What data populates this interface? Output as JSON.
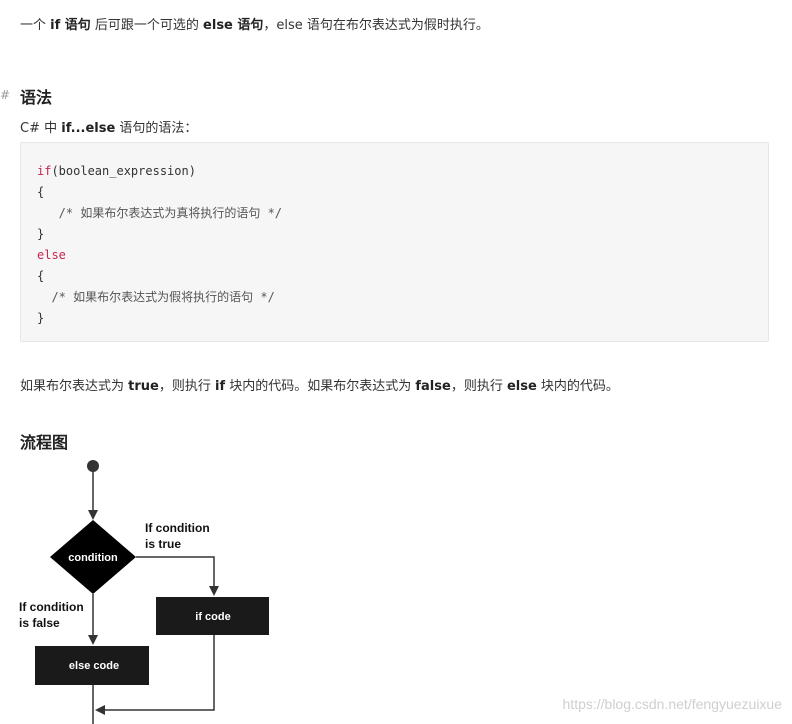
{
  "intro": {
    "p1": "一个 ",
    "if_stmt": "if 语句",
    "p2": " 后可跟一个可选的 ",
    "else_stmt": "else 语句",
    "p3": "，else 语句在布尔表达式为假时执行。"
  },
  "syntax": {
    "hash": "#",
    "heading": "语法",
    "line_prefix": "C# 中 ",
    "line_bold": "if...else",
    "line_suffix": " 语句的语法："
  },
  "code": {
    "l1_kw": "if",
    "l1_rest": "(boolean_expression)",
    "l2": "{",
    "l3": "   /* 如果布尔表达式为真将执行的语句 */",
    "l4": "}",
    "l5_kw": "else",
    "l6": "{",
    "l7": "  /* 如果布尔表达式为假将执行的语句 */",
    "l8": "}"
  },
  "para": {
    "p1": "如果布尔表达式为 ",
    "true_word": "true",
    "p2": "，则执行 ",
    "if_word": "if",
    "p3": " 块内的代码。如果布尔表达式为 ",
    "false_word": "false",
    "p4": "，则执行 ",
    "else_word": "else",
    "p5": " 块内的代码。"
  },
  "flowchart": {
    "heading": "流程图",
    "condition": "condition",
    "true_label_1": "If condition",
    "true_label_2": "is true",
    "false_label_1": "If condition",
    "false_label_2": "is false",
    "if_code": "if code",
    "else_code": "else code"
  },
  "watermark": "https://blog.csdn.net/fengyuezuixue",
  "colors": {
    "keyword": "#c7254e",
    "code_bg": "#f6f6f6",
    "node_fill": "#1a1a1a"
  }
}
